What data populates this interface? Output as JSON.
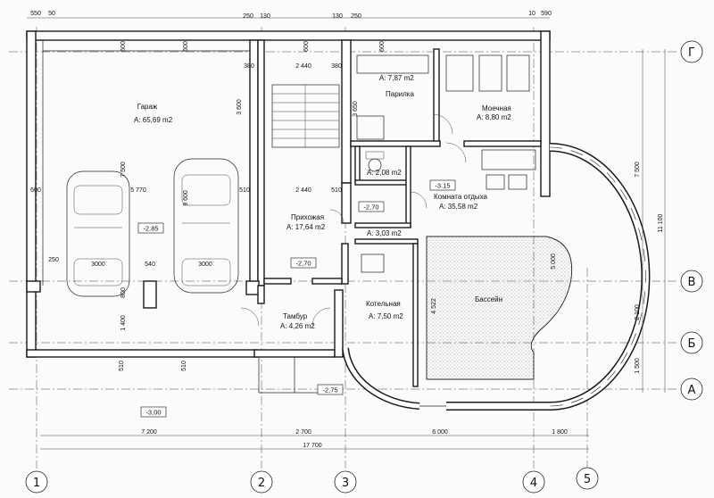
{
  "rooms": {
    "garage_name": "Гараж",
    "garage_area": "A: 65,69 m2",
    "sauna_area": "A: 7,87 m2",
    "sauna_name": "Парилка",
    "wash_name": "Моечная",
    "wash_area": "A: 8,80 m2",
    "bath_area": "A: 2,08 m2",
    "hall_name": "Прихожая",
    "hall_area": "A: 17,64 m2",
    "storage_area": "A: 3,03 m2",
    "rest_name": "Комната отдыха",
    "rest_area": "A: 35,58 m2",
    "vest_name": "Тамбур",
    "vest_area": "A: 4,26 m2",
    "boiler_name": "Котельная",
    "boiler_area": "A: 7,50 m2",
    "pool_name": "Бассейн"
  },
  "elevations": {
    "garage": "-2.85",
    "hall_lower": "-2,70",
    "hall_step": "-2,70",
    "rest": "-3.15",
    "porch": "-2,75",
    "ground": "-3,00"
  },
  "dims_top": {
    "d1": "550",
    "d2": "50",
    "d3": "250",
    "d4": "130",
    "d5": "130",
    "d6": "250",
    "d7": "10",
    "d8": "590"
  },
  "dims_interior": {
    "g600a": "600",
    "g600b": "600",
    "h600": "600",
    "s600": "600",
    "d380a": "380",
    "d2440a": "2 440",
    "d380b": "380",
    "d3600a": "3 600",
    "d3650": "3 650",
    "d7500": "7 500",
    "d600left": "600",
    "d5770": "5 770",
    "d9600": "9 600",
    "d510a": "510",
    "d2440b": "2 440",
    "d510b": "510",
    "d250": "250",
    "d3000a": "3000",
    "d540": "540",
    "d3000b": "3000",
    "d800": "800",
    "d1400": "1 400",
    "d4522": "4 522",
    "d5000": "5 000",
    "d510c": "510",
    "d510d": "510"
  },
  "dims_bottom": {
    "b7200": "7 200",
    "b2700": "2 700",
    "b6000": "6 000",
    "b1800": "1 800",
    "b17700": "17 700"
  },
  "dims_right": {
    "r7500": "7 500",
    "r11100": "11 100",
    "r2100": "2 100",
    "r1500": "1 500"
  },
  "axes": {
    "g": "Г",
    "v": "В",
    "b": "Б",
    "a": "А",
    "n1": "1",
    "n2": "2",
    "n3": "3",
    "n4": "4",
    "n5": "5"
  }
}
